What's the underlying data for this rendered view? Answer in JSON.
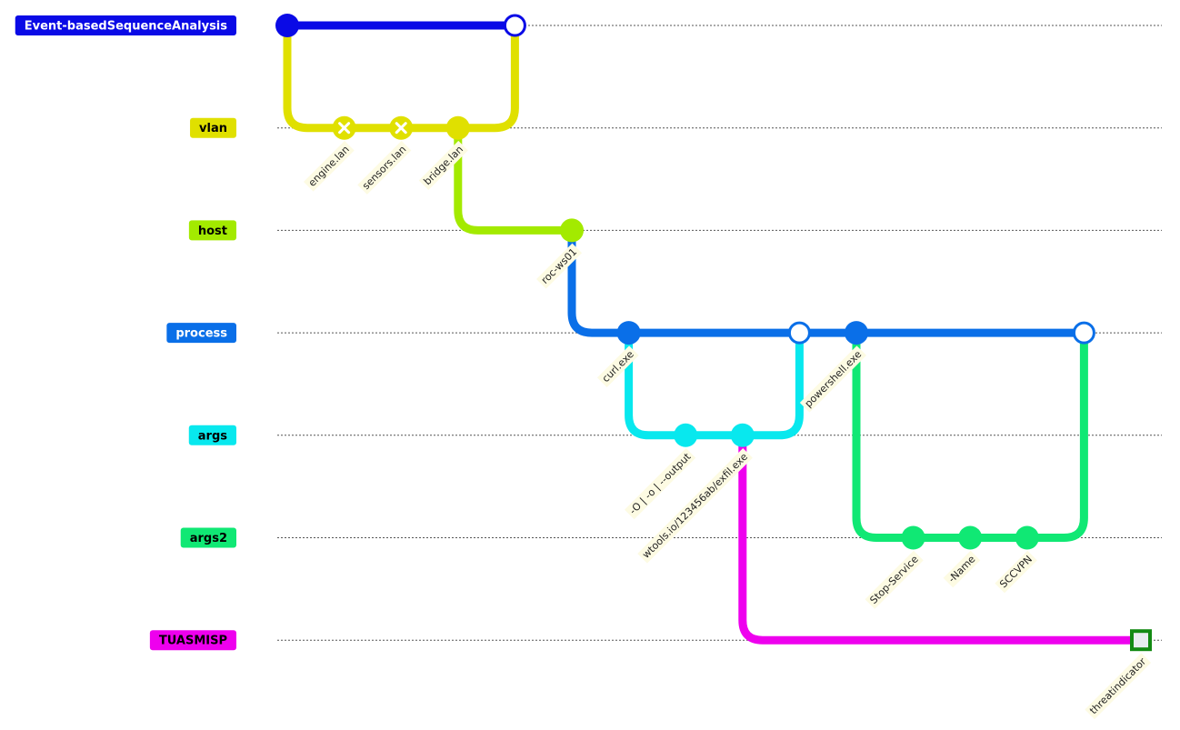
{
  "colors": {
    "Event-basedSequenceAnalysis": "#0a0ae6",
    "vlan": "#e0e000",
    "host": "#a3ea00",
    "process": "#0a6fe8",
    "args": "#08e8ee",
    "args2": "#10e874",
    "TUASMISP": "#ee00ee",
    "label_text_light": "#ffffff",
    "label_text_dark": "#000000",
    "label_bg": "#fdfbe3",
    "highlight_border": "#138a13",
    "highlight_fill": "#e8ecef"
  },
  "lanes": [
    {
      "id": "Event-basedSequenceAnalysis",
      "label": "Event-basedSequenceAnalysis",
      "text_color": "light"
    },
    {
      "id": "vlan",
      "label": "vlan",
      "text_color": "dark"
    },
    {
      "id": "host",
      "label": "host",
      "text_color": "dark"
    },
    {
      "id": "process",
      "label": "process",
      "text_color": "light"
    },
    {
      "id": "args",
      "label": "args",
      "text_color": "dark"
    },
    {
      "id": "args2",
      "label": "args2",
      "text_color": "dark"
    },
    {
      "id": "TUASMISP",
      "label": "TUASMISP",
      "text_color": "dark"
    }
  ],
  "commits": [
    {
      "id": "e0",
      "lane": "Event-basedSequenceAnalysis",
      "step": 0,
      "kind": "normal",
      "label": ""
    },
    {
      "id": "e1",
      "lane": "Event-basedSequenceAnalysis",
      "step": 4,
      "kind": "merge",
      "label": ""
    },
    {
      "id": "v1",
      "lane": "vlan",
      "step": 1,
      "kind": "reverse",
      "label": "engine.lan"
    },
    {
      "id": "v2",
      "lane": "vlan",
      "step": 2,
      "kind": "reverse",
      "label": "sensors.lan"
    },
    {
      "id": "v3",
      "lane": "vlan",
      "step": 3,
      "kind": "normal",
      "label": "bridge.lan"
    },
    {
      "id": "h1",
      "lane": "host",
      "step": 5,
      "kind": "normal",
      "label": "roc-ws01"
    },
    {
      "id": "p1",
      "lane": "process",
      "step": 6,
      "kind": "normal",
      "label": "curl.exe"
    },
    {
      "id": "p2",
      "lane": "process",
      "step": 9,
      "kind": "merge",
      "label": ""
    },
    {
      "id": "p3",
      "lane": "process",
      "step": 10,
      "kind": "normal",
      "label": "powershell.exe"
    },
    {
      "id": "p4",
      "lane": "process",
      "step": 14,
      "kind": "merge",
      "label": ""
    },
    {
      "id": "a1",
      "lane": "args",
      "step": 7,
      "kind": "normal",
      "label": "-O | -o | --output"
    },
    {
      "id": "a2",
      "lane": "args",
      "step": 8,
      "kind": "normal",
      "label": "wtools.io/123456ab/exfil.exe"
    },
    {
      "id": "s1",
      "lane": "args2",
      "step": 11,
      "kind": "normal",
      "label": "Stop-Service"
    },
    {
      "id": "s2",
      "lane": "args2",
      "step": 12,
      "kind": "normal",
      "label": "-Name"
    },
    {
      "id": "s3",
      "lane": "args2",
      "step": 13,
      "kind": "normal",
      "label": "SCCVPN"
    },
    {
      "id": "t1",
      "lane": "TUASMISP",
      "step": 15,
      "kind": "highlight",
      "label": "threatindicator"
    }
  ],
  "edges": [
    {
      "from": "e0",
      "to": "e1",
      "lane": "Event-basedSequenceAnalysis"
    },
    {
      "from": "e0",
      "to": "v1",
      "lane": "vlan"
    },
    {
      "from": "v1",
      "to": "v2",
      "lane": "vlan"
    },
    {
      "from": "v2",
      "to": "v3",
      "lane": "vlan"
    },
    {
      "from": "v3",
      "to": "e1",
      "lane": "vlan"
    },
    {
      "from": "v3",
      "to": "h1",
      "lane": "host"
    },
    {
      "from": "h1",
      "to": "p1",
      "lane": "process"
    },
    {
      "from": "p1",
      "to": "p2",
      "lane": "process"
    },
    {
      "from": "p2",
      "to": "p3",
      "lane": "process"
    },
    {
      "from": "p3",
      "to": "p4",
      "lane": "process"
    },
    {
      "from": "p1",
      "to": "a1",
      "lane": "args"
    },
    {
      "from": "a1",
      "to": "a2",
      "lane": "args"
    },
    {
      "from": "a2",
      "to": "p2",
      "lane": "args"
    },
    {
      "from": "p3",
      "to": "s1",
      "lane": "args2"
    },
    {
      "from": "s1",
      "to": "s2",
      "lane": "args2"
    },
    {
      "from": "s2",
      "to": "s3",
      "lane": "args2"
    },
    {
      "from": "s3",
      "to": "p4",
      "lane": "args2"
    },
    {
      "from": "a2",
      "to": "t1",
      "lane": "TUASMISP"
    }
  ]
}
